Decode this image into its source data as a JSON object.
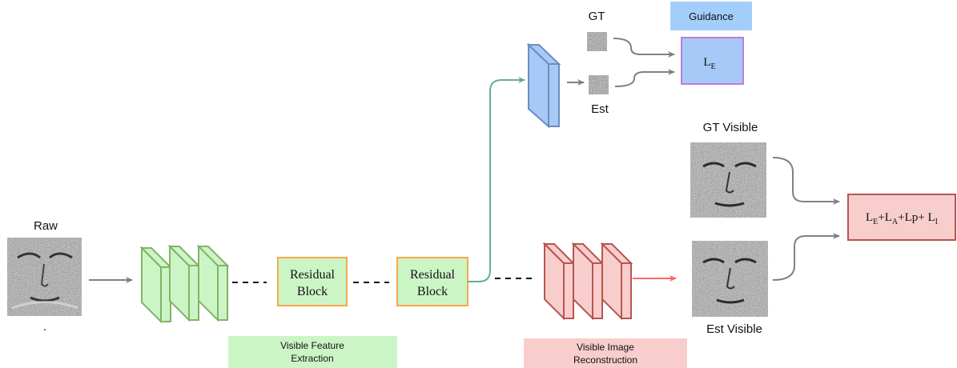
{
  "labels": {
    "raw": "Raw",
    "raw_dot": ".",
    "gt": "GT",
    "est": "Est",
    "guidance": "Guidance",
    "gt_visible": "GT Visible",
    "est_visible": "Est Visible",
    "residual_block_1": [
      "Residual",
      "Block"
    ],
    "residual_block_2": [
      "Residual",
      "Block"
    ],
    "visible_feature_extraction": [
      "Visible Feature",
      "Extraction"
    ],
    "visible_image_reconstruction": [
      "Visible Image",
      "Reconstruction"
    ],
    "loss_edge": {
      "base": "L",
      "sub": "E"
    },
    "loss_total": [
      {
        "base": "L",
        "sub": "E"
      },
      {
        "text": "+"
      },
      {
        "base": "L",
        "sub": "A"
      },
      {
        "text": "+Lp+ "
      },
      {
        "base": "L",
        "sub": "I"
      }
    ]
  },
  "colors": {
    "green_fill": "#ccf5c6",
    "green_stroke": "#82b366",
    "orange_stroke": "#f5a94a",
    "red_fill": "#f8cecc",
    "red_stroke": "#b85450",
    "blue_fill": "#a7c9f7",
    "blue_stroke": "#6c8ebf",
    "purple_stroke": "#c07bd9",
    "guidance_fill": "#a3cefb",
    "teal_arrow": "#67ab9f",
    "red_arrow": "#ff6666",
    "gray_arrow": "#808080"
  }
}
